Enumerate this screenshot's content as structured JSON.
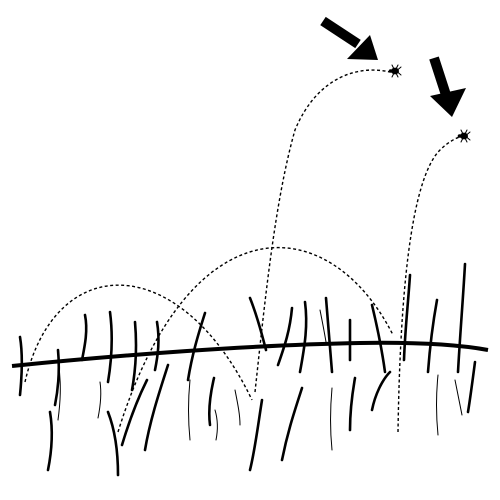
{
  "figure": {
    "background": "#ffffff",
    "ink": "#000000",
    "subjects": [
      {
        "name": "upper-left-insect",
        "icon": "tick-icon"
      },
      {
        "name": "upper-right-insect",
        "icon": "tick-icon"
      }
    ],
    "pointers": [
      {
        "name": "left-arrow",
        "icon": "arrow-down-right-icon"
      },
      {
        "name": "right-arrow",
        "icon": "arrow-down-icon"
      }
    ],
    "trajectory_count": 4
  }
}
